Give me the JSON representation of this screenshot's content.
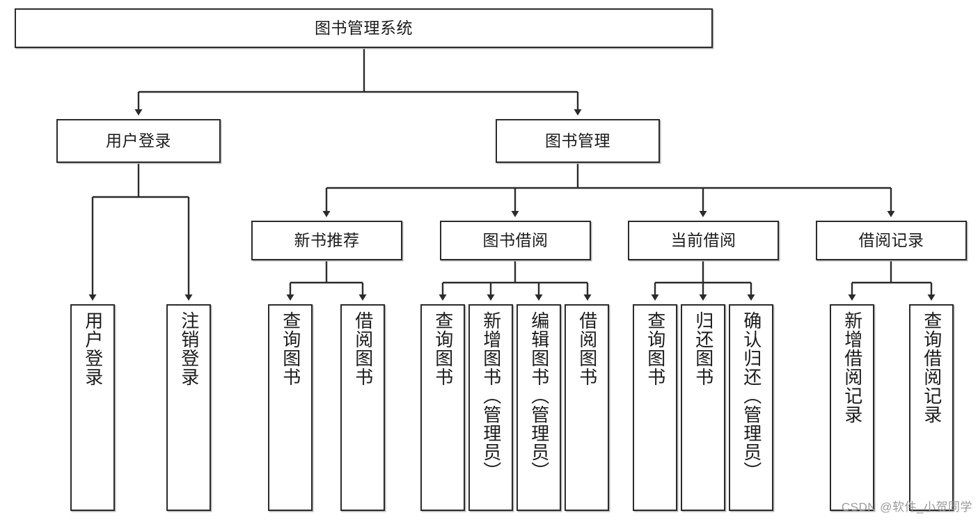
{
  "diagram": {
    "title": "图书管理系统",
    "type": "tree-hierarchy",
    "watermark": "CSDN @软件_小贺同学",
    "colors": {
      "box_border": "#2b2b2b",
      "box_fill": "#ffffff",
      "edge": "#2b2b2b",
      "text": "#1b1b1b",
      "watermark": "#9a9a9a",
      "background": "#ffffff"
    },
    "nodes": {
      "root": {
        "label": "图书管理系统"
      },
      "level2": [
        {
          "id": "user-login",
          "label": "用户登录"
        },
        {
          "id": "book-management",
          "label": "图书管理"
        }
      ],
      "level3": [
        {
          "id": "new-book-recommend",
          "label": "新书推荐"
        },
        {
          "id": "book-borrow",
          "label": "图书借阅"
        },
        {
          "id": "current-borrow",
          "label": "当前借阅"
        },
        {
          "id": "borrow-record",
          "label": "借阅记录"
        }
      ],
      "leaves": {
        "user_login": [
          {
            "id": "leaf-user-login",
            "label": "用户登录"
          },
          {
            "id": "leaf-user-logout",
            "label": "注销登录"
          }
        ],
        "new_book_recommend": [
          {
            "id": "leaf-query-book-1",
            "label": "查询图书"
          },
          {
            "id": "leaf-borrow-book-1",
            "label": "借阅图书"
          }
        ],
        "book_borrow": [
          {
            "id": "leaf-query-book-2",
            "label": "查询图书"
          },
          {
            "id": "leaf-add-book",
            "label": "新增图书（管理员）"
          },
          {
            "id": "leaf-edit-book",
            "label": "编辑图书（管理员）"
          },
          {
            "id": "leaf-borrow-book-2",
            "label": "借阅图书"
          }
        ],
        "current_borrow": [
          {
            "id": "leaf-query-book-3",
            "label": "查询图书"
          },
          {
            "id": "leaf-return-book",
            "label": "归还图书"
          },
          {
            "id": "leaf-confirm-return",
            "label": "确认归还（管理员）"
          }
        ],
        "borrow_record": [
          {
            "id": "leaf-add-record",
            "label": "新增借阅记录"
          },
          {
            "id": "leaf-query-record",
            "label": "查询借阅记录"
          }
        ]
      }
    }
  }
}
